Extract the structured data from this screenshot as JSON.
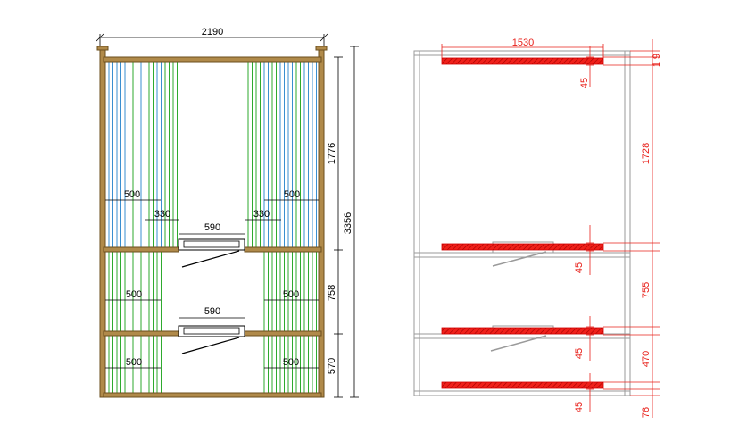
{
  "colors": {
    "wood": "#b08a4a",
    "wood_dark": "#6b4f1e",
    "batten_blue": "#3a8fd0",
    "batten_green": "#2eaa2e",
    "dim_black": "#000000",
    "dim_red": "#e8201a",
    "frame_gray": "#9a9a9a"
  },
  "left_view": {
    "overall_width": "2190",
    "overall_height": "3356",
    "upper_height": "1776",
    "middle_height": "758",
    "lower_height": "570",
    "upper_left_width": "500",
    "upper_right_width": "500",
    "upper_left_inner": "330",
    "upper_right_inner": "330",
    "upper_door": "590",
    "middle_left_width": "500",
    "middle_right_width": "500",
    "middle_door": "590",
    "lower_left_width": "500",
    "lower_right_width": "500"
  },
  "right_view": {
    "bar_length": "1530",
    "top_offset_a": "9",
    "top_offset_b": "1",
    "bar_thickness_1": "45",
    "bar_thickness_2": "45",
    "bar_thickness_3": "45",
    "bar_thickness_4": "45",
    "spacing_1": "1728",
    "spacing_2": "755",
    "spacing_3": "470",
    "bottom_offset": "76"
  }
}
